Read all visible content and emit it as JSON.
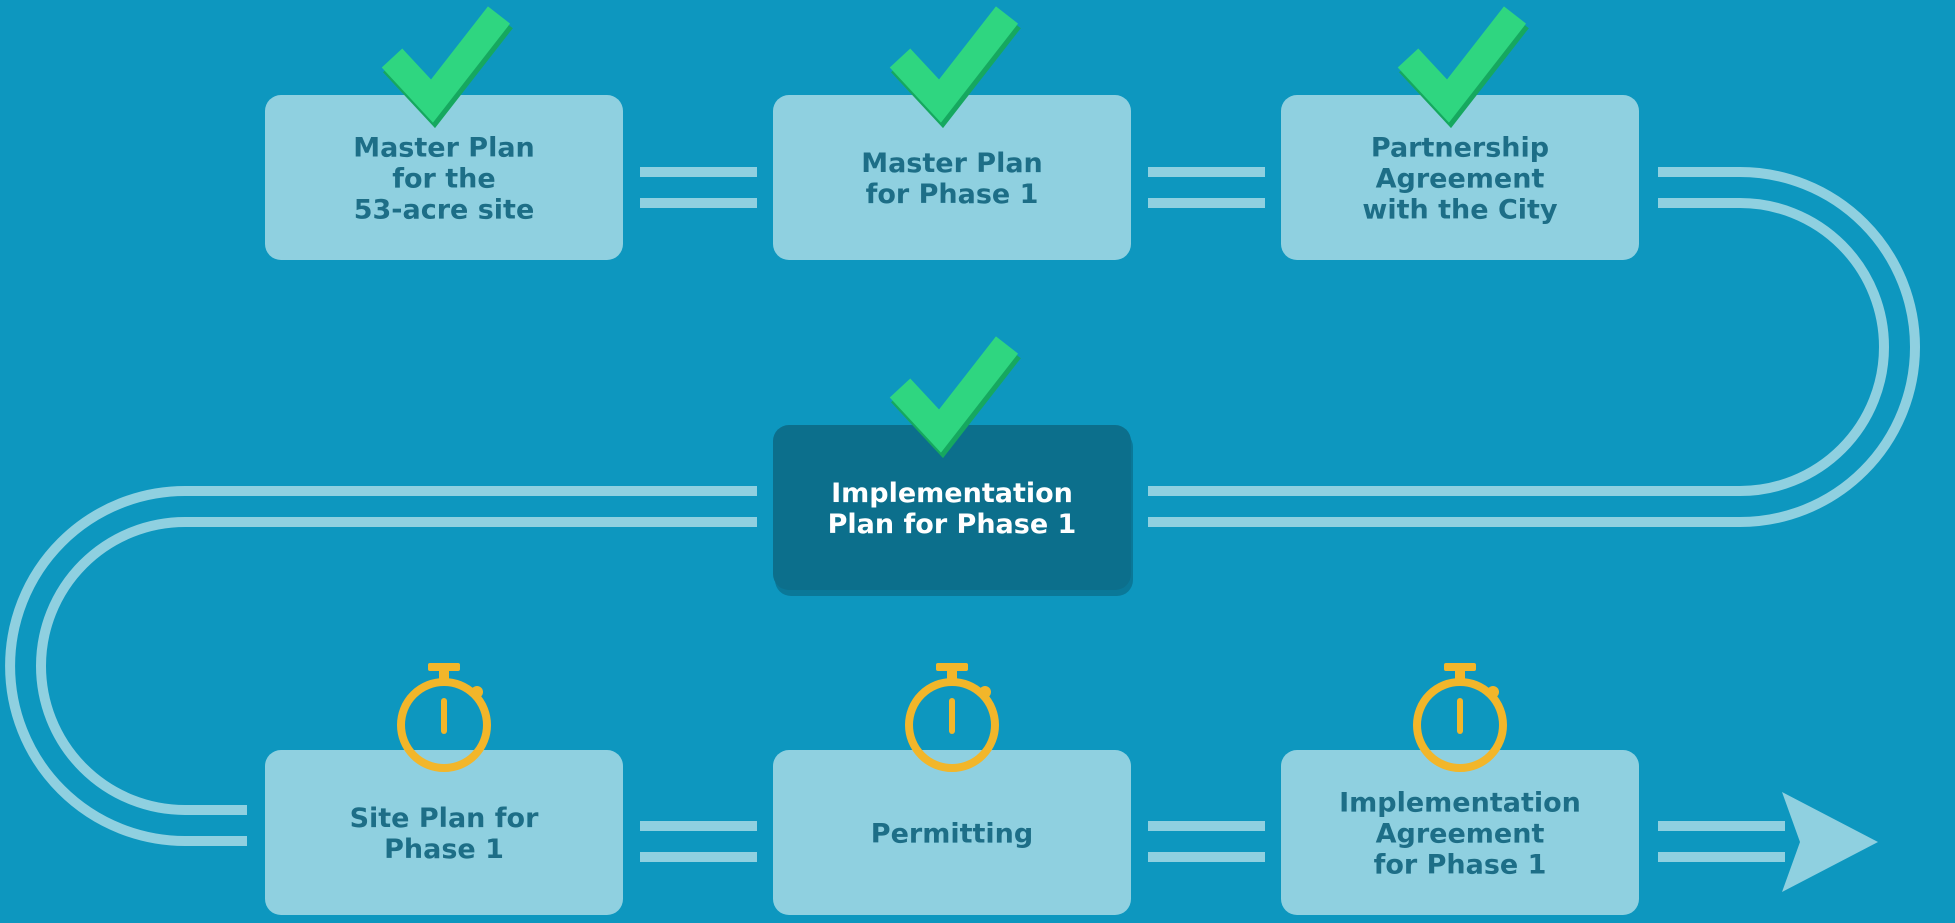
{
  "colors": {
    "background": "#0d97bf",
    "box_light": "#8fd0e0",
    "box_dark": "#0c6f8c",
    "box_dark_shadow": "#0a5e78",
    "text_dark": "#1d6e87",
    "text_light": "#ffffff",
    "connector": "#8fd0e0",
    "check": "#2fd680",
    "check_shadow": "#16a85f",
    "timer": "#f2b62a"
  },
  "nodes": [
    {
      "id": "master-plan-site",
      "lines": [
        "Master Plan",
        "for the",
        "53-acre site"
      ],
      "status": "complete",
      "status_icon": "check-icon",
      "style": "light"
    },
    {
      "id": "master-plan-phase1",
      "lines": [
        "Master Plan",
        "for Phase 1"
      ],
      "status": "complete",
      "status_icon": "check-icon",
      "style": "light"
    },
    {
      "id": "partnership-agreement",
      "lines": [
        "Partnership",
        "Agreement",
        "with the City"
      ],
      "status": "complete",
      "status_icon": "check-icon",
      "style": "light"
    },
    {
      "id": "implementation-plan",
      "lines": [
        "Implementation",
        "Plan for Phase 1"
      ],
      "status": "complete",
      "status_icon": "check-icon",
      "style": "dark"
    },
    {
      "id": "site-plan",
      "lines": [
        "Site Plan for",
        "Phase 1"
      ],
      "status": "pending",
      "status_icon": "stopwatch-icon",
      "style": "light"
    },
    {
      "id": "permitting",
      "lines": [
        "Permitting"
      ],
      "status": "pending",
      "status_icon": "stopwatch-icon",
      "style": "light"
    },
    {
      "id": "implementation-agreement",
      "lines": [
        "Implementation",
        "Agreement",
        "for Phase 1"
      ],
      "status": "pending",
      "status_icon": "stopwatch-icon",
      "style": "light"
    }
  ],
  "flow": {
    "direction": "serpentine",
    "end_marker": "arrow-right-icon"
  }
}
